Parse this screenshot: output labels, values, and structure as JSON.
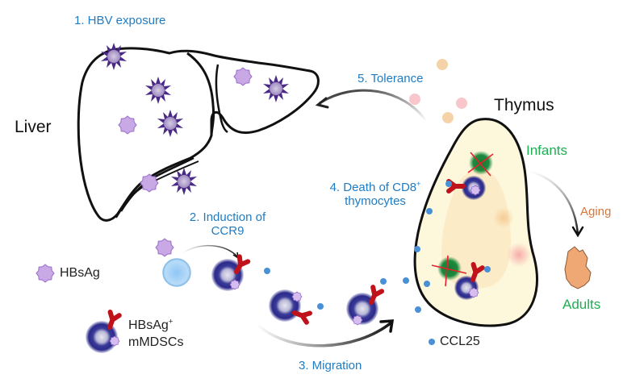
{
  "diagram": {
    "organs": {
      "liver": "Liver",
      "thymus": "Thymus"
    },
    "steps": {
      "step1": "1. HBV exposure",
      "step2_line1": "2. Induction of",
      "step2_line2": "CCR9",
      "step3": "3. Migration",
      "step4_line1": "4. Death of CD8",
      "step4_sup": "+",
      "step4_line2": "thymocytes",
      "step5": "5. Tolerance"
    },
    "age_groups": {
      "infants": "Infants",
      "aging": "Aging",
      "adults": "Adults"
    },
    "legend": {
      "hbsag": "HBsAg",
      "mdsc_line1": "HBsAg",
      "mdsc_sup": "+",
      "mdsc_line2": "mMDSCs",
      "ccl25": "CCL25"
    },
    "colors": {
      "step_text": "#1f7cc4",
      "age_text": "#1fae52",
      "aging_text": "#d9773a",
      "hbsag_fill": "#c9a8e6",
      "hbsag_stroke": "#9a6cc9",
      "virus_spike": "#4a2a86",
      "cell_dark": "#2b2a8a",
      "receptor": "#c0121a",
      "ccl25_dot": "#4a90d6",
      "thymus_fill": "#fdf8dc",
      "thymus_inner": "#fbe7c2",
      "dead_cell": "#1d8a3e",
      "cross": "#e8202a",
      "adult_thymus": "#efa774"
    }
  }
}
